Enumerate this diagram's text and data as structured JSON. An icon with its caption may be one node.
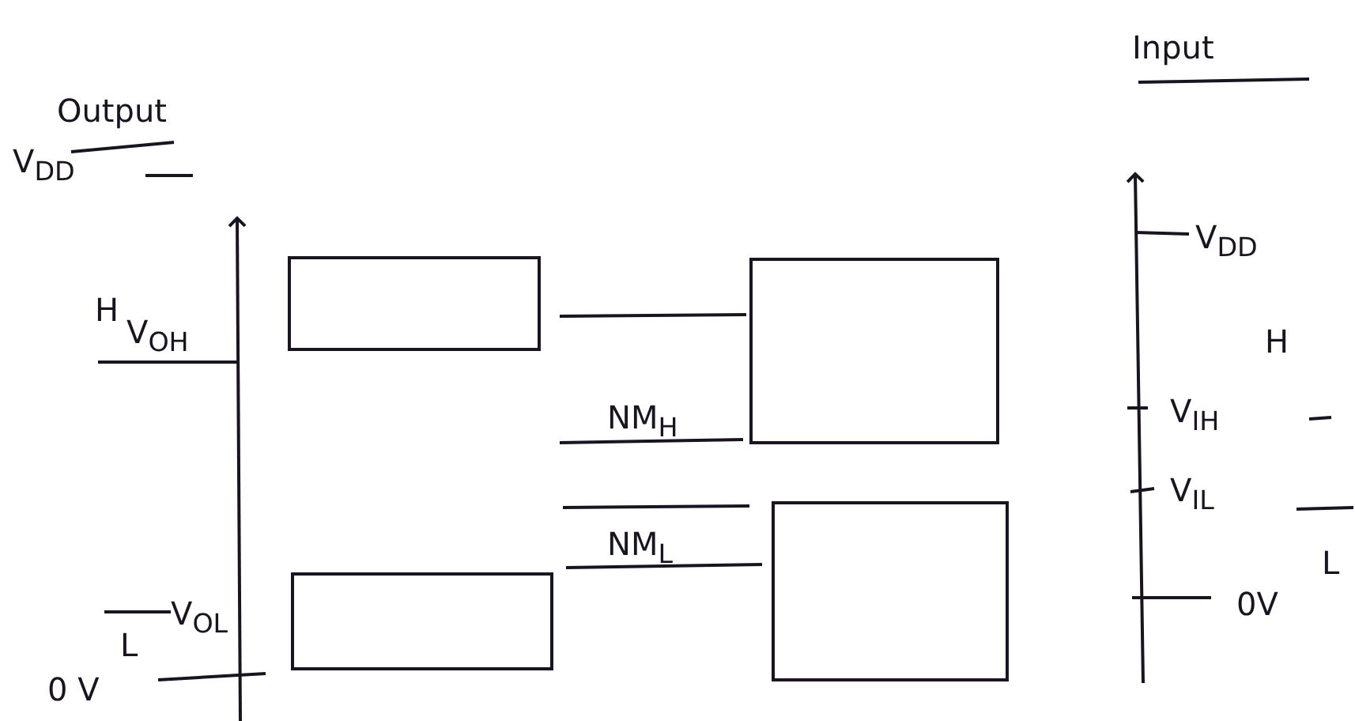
{
  "diagram": {
    "nodes": [
      {
        "text": [],
        "shape": "box"
      },
      {
        "text": [],
        "shape": "box"
      },
      {
        "text": [],
        "shape": "box"
      },
      {
        "text": [],
        "shape": "box"
      }
    ],
    "edges": [],
    "labels": [
      "Output",
      "Input",
      "V$_{DD}$",
      "H",
      "V$_{OH}$",
      "NM$_{H}$",
      "V$_{DD}$",
      "H",
      "V$_{IH}$",
      "NM$_{L}$",
      "V$_{IL}$",
      "V$_{OL}$",
      "0V",
      "L",
      "L",
      "0 V"
    ]
  }
}
